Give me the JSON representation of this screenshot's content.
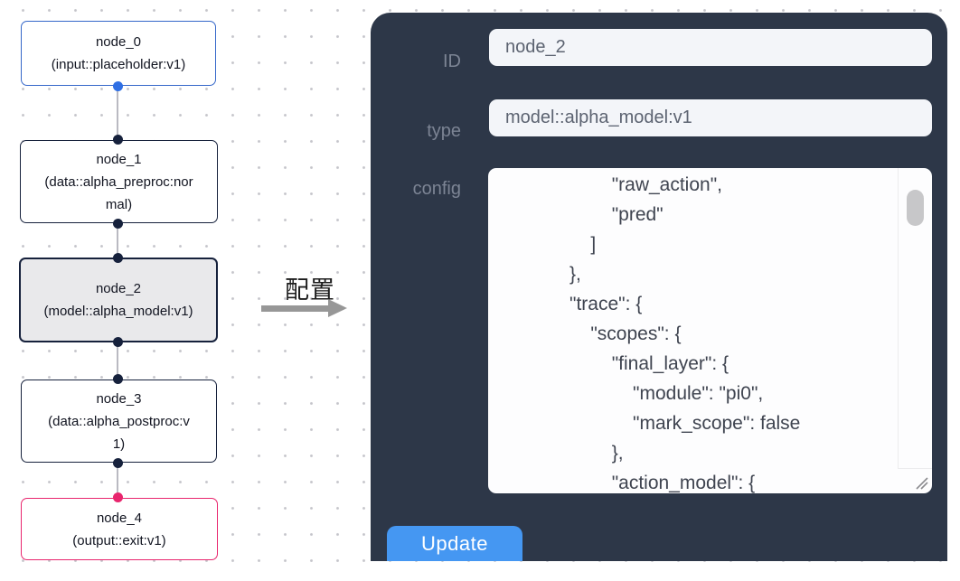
{
  "canvas": {
    "nodes": [
      {
        "title": "node_0",
        "type": "(input::placeholder:v1)",
        "kind": "input",
        "border_color": "#3567c9",
        "selected": false
      },
      {
        "title": "node_1",
        "type": "(data::alpha_preproc:normal)",
        "kind": "data",
        "border_color": "#16213c",
        "selected": false
      },
      {
        "title": "node_2",
        "type": "(model::alpha_model:v1)",
        "kind": "model",
        "border_color": "#16213c",
        "selected": true
      },
      {
        "title": "node_3",
        "type": "(data::alpha_postproc:v1)",
        "kind": "data",
        "border_color": "#16213c",
        "selected": false
      },
      {
        "title": "node_4",
        "type": "(output::exit:v1)",
        "kind": "output",
        "border_color": "#e8256d",
        "selected": false
      }
    ],
    "port_colors": {
      "input": "#2f6fe4",
      "default": "#16213c",
      "output": "#e8256d"
    }
  },
  "transition": {
    "label": "配置"
  },
  "panel": {
    "background": "#2d3748",
    "fields": [
      {
        "label": "ID",
        "value": "node_2"
      },
      {
        "label": "type",
        "value": "model::alpha_model:v1"
      },
      {
        "label": "config",
        "value": "                    \"raw_action\",\n                    \"pred\"\n                ]\n            },\n            \"trace\": {\n                \"scopes\": {\n                    \"final_layer\": {\n                        \"module\": \"pi0\",\n                        \"mark_scope\": false\n                    },\n                    \"action_model\": {"
      }
    ],
    "update_label": "Update",
    "update_color": "#4597f2"
  }
}
